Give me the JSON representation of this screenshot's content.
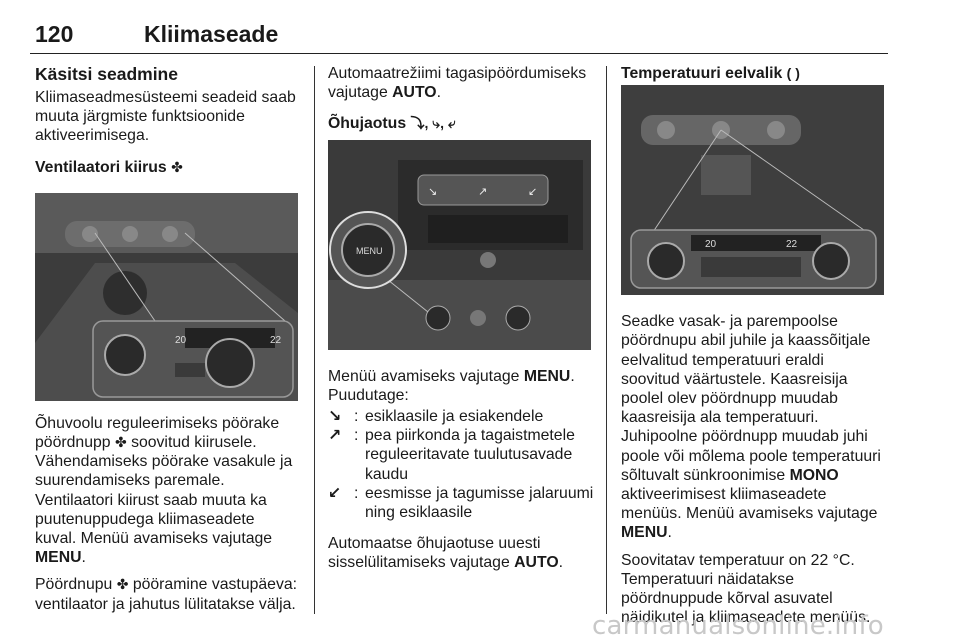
{
  "header": {
    "page_number": "120",
    "chapter": "Kliimaseade"
  },
  "col1": {
    "heading": "Käsitsi seadmine",
    "intro": "Kliimaseadmesüsteemi seadeid saab muuta järgmiste funktsioonide aktiveerimisega.",
    "fan_heading": "Ventilaatori kiirus",
    "fan_icon": "fan-icon",
    "p1a": "Õhuvoolu reguleerimiseks pöörake pöördnupp",
    "p1b": "soovitud kiirusele. Vähendamiseks pöörake vasakule ja suurendamiseks paremale.",
    "p2a": "Ventilaatori kiirust saab muuta ka puutenuppudega kliimaseadete kuval. Menüü avamiseks vajutage",
    "p2_bold": "MENU",
    "p2_end": ".",
    "p3a": "Pöördnupu",
    "p3b": "pööramine vastupäeva: ventilaator ja jahutus lülitatakse välja."
  },
  "col2": {
    "p_auto_a": "Automaatrežiimi tagasipöördumiseks vajutage",
    "p_auto_bold": "AUTO",
    "p_auto_end": ".",
    "air_heading": "Õhujaotus",
    "air_icons": "⤵, ⤷, ⤶",
    "menu_a": "Menüü avamiseks vajutage",
    "menu_bold": "MENU",
    "menu_end": ".",
    "buttons_label": "Puudutage:",
    "defs": [
      {
        "icon": "↘",
        "text": "esiklaasile ja esiakendele"
      },
      {
        "icon": "↗",
        "text": "pea piirkonda ja tagaistmetele reguleeritavate tuulutusavade kaudu"
      },
      {
        "icon": "↙",
        "text": "eesmisse ja tagumisse jalaruumi ning esiklaasile"
      }
    ],
    "auto2_a": "Automaatse õhujaotuse uuesti sisselülitamiseks vajutage",
    "auto2_bold": "AUTO",
    "auto2_end": ".",
    "fig_menu_label": "MENU"
  },
  "col3": {
    "temp_heading": "Temperatuuri eelvalik",
    "temp_icon": "( )",
    "p1": "Seadke vasak- ja parempoolse pöördnupu abil juhile ja kaassõitjale eelvalitud temperatuuri eraldi soovitud väärtustele. Kaasreisija poolel olev pöördnupp muudab kaasreisija ala temperatuuri. Juhipoolne pöördnupp muudab juhi poole või mõlema poole temperatuuri sõltuvalt sünkroonimise",
    "p1_bold": "MONO",
    "p1_b": "aktiveerimisest kliimaseadete menüüs. Menüü avamiseks vajutage",
    "p1_bold2": "MENU",
    "p1_end": ".",
    "p2": "Soovitatav temperatuur on 22 °C. Temperatuuri näidatakse pöördnuppude kõrval asuvatel näidikutel ja kliimaseadete menüüs.",
    "fig_temp_left": "20",
    "fig_temp_right": "22"
  },
  "fig1": {
    "temp_left": "20",
    "temp_right": "22"
  },
  "watermark": "carmanualsonline.info"
}
